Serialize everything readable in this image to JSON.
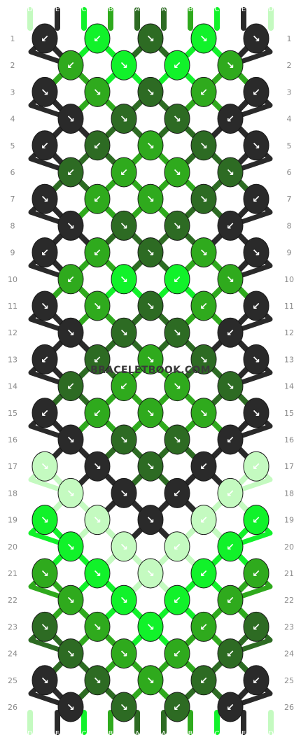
{
  "watermark": "BRACELETBOOK.COM",
  "colors": {
    "D": "#c4fac0",
    "E": "#2a2a2a",
    "C": "#11f22a",
    "B": "#2faa1d",
    "A": "#2d6b23"
  },
  "strings_top": [
    "D",
    "E",
    "C",
    "B",
    "A",
    "A",
    "B",
    "C",
    "E",
    "D"
  ],
  "strings_bottom": [
    "D",
    "E",
    "C",
    "B",
    "A",
    "A",
    "B",
    "C",
    "E",
    "D"
  ],
  "row_numbers": [
    "1",
    "2",
    "3",
    "4",
    "5",
    "6",
    "7",
    "8",
    "9",
    "10",
    "11",
    "12",
    "13",
    "14",
    "15",
    "16",
    "17",
    "18",
    "19",
    "20",
    "21",
    "22",
    "23",
    "24",
    "25",
    "26"
  ],
  "knots": [
    {
      "row": 1,
      "knots": [
        {
          "c": "E",
          "d": "↙"
        },
        {
          "c": "C",
          "d": "↙"
        },
        {
          "c": "A",
          "d": "↘"
        },
        {
          "c": "C",
          "d": "↘"
        },
        {
          "c": "E",
          "d": "↘"
        }
      ]
    },
    {
      "row": 2,
      "knots": [
        {
          "c": "B",
          "d": "↙"
        },
        {
          "c": "C",
          "d": "↘"
        },
        {
          "c": "C",
          "d": "↙"
        },
        {
          "c": "B",
          "d": "↘"
        }
      ]
    },
    {
      "row": 3,
      "knots": [
        {
          "c": "E",
          "d": "↘"
        },
        {
          "c": "B",
          "d": "↘"
        },
        {
          "c": "A",
          "d": "↘"
        },
        {
          "c": "B",
          "d": "↙"
        },
        {
          "c": "E",
          "d": "↙"
        }
      ]
    },
    {
      "row": 4,
      "knots": [
        {
          "c": "E",
          "d": "↘"
        },
        {
          "c": "A",
          "d": "↘"
        },
        {
          "c": "A",
          "d": "↘"
        },
        {
          "c": "E",
          "d": "↙"
        }
      ]
    },
    {
      "row": 5,
      "knots": [
        {
          "c": "E",
          "d": "↙"
        },
        {
          "c": "A",
          "d": "↙"
        },
        {
          "c": "B",
          "d": "↘"
        },
        {
          "c": "A",
          "d": "↘"
        },
        {
          "c": "E",
          "d": "↘"
        }
      ]
    },
    {
      "row": 6,
      "knots": [
        {
          "c": "A",
          "d": "↙"
        },
        {
          "c": "B",
          "d": "↙"
        },
        {
          "c": "B",
          "d": "↘"
        },
        {
          "c": "A",
          "d": "↘"
        }
      ]
    },
    {
      "row": 7,
      "knots": [
        {
          "c": "E",
          "d": "↘"
        },
        {
          "c": "B",
          "d": "↙"
        },
        {
          "c": "B",
          "d": "↘"
        },
        {
          "c": "A",
          "d": "↘"
        },
        {
          "c": "E",
          "d": "↙"
        }
      ]
    },
    {
      "row": 8,
      "knots": [
        {
          "c": "E",
          "d": "↘"
        },
        {
          "c": "A",
          "d": "↘"
        },
        {
          "c": "A",
          "d": "↘"
        },
        {
          "c": "E",
          "d": "↙"
        }
      ]
    },
    {
      "row": 9,
      "knots": [
        {
          "c": "E",
          "d": "↙"
        },
        {
          "c": "B",
          "d": "↙"
        },
        {
          "c": "A",
          "d": "↘"
        },
        {
          "c": "B",
          "d": "↘"
        },
        {
          "c": "E",
          "d": "↘"
        }
      ]
    },
    {
      "row": 10,
      "knots": [
        {
          "c": "B",
          "d": "↙"
        },
        {
          "c": "C",
          "d": "↘"
        },
        {
          "c": "C",
          "d": "↙"
        },
        {
          "c": "B",
          "d": "↘"
        }
      ]
    },
    {
      "row": 11,
      "knots": [
        {
          "c": "E",
          "d": "↘"
        },
        {
          "c": "B",
          "d": "↘"
        },
        {
          "c": "A",
          "d": "↘"
        },
        {
          "c": "B",
          "d": "↙"
        },
        {
          "c": "E",
          "d": "↙"
        }
      ]
    },
    {
      "row": 12,
      "knots": [
        {
          "c": "E",
          "d": "↘"
        },
        {
          "c": "A",
          "d": "↘"
        },
        {
          "c": "A",
          "d": "↘"
        },
        {
          "c": "E",
          "d": "↙"
        }
      ]
    },
    {
      "row": 13,
      "knots": [
        {
          "c": "E",
          "d": "↙"
        },
        {
          "c": "A",
          "d": "↙"
        },
        {
          "c": "B",
          "d": "↘"
        },
        {
          "c": "A",
          "d": "↘"
        },
        {
          "c": "E",
          "d": "↘"
        }
      ]
    },
    {
      "row": 14,
      "knots": [
        {
          "c": "A",
          "d": "↙"
        },
        {
          "c": "B",
          "d": "↙"
        },
        {
          "c": "B",
          "d": "↘"
        },
        {
          "c": "A",
          "d": "↘"
        }
      ]
    },
    {
      "row": 15,
      "knots": [
        {
          "c": "E",
          "d": "↙"
        },
        {
          "c": "B",
          "d": "↙"
        },
        {
          "c": "B",
          "d": "↘"
        },
        {
          "c": "B",
          "d": "↘"
        },
        {
          "c": "E",
          "d": "↘"
        }
      ]
    },
    {
      "row": 16,
      "knots": [
        {
          "c": "E",
          "d": "↘"
        },
        {
          "c": "A",
          "d": "↘"
        },
        {
          "c": "A",
          "d": "↘"
        },
        {
          "c": "E",
          "d": "↙"
        }
      ]
    },
    {
      "row": 17,
      "knots": [
        {
          "c": "D",
          "d": "↘"
        },
        {
          "c": "E",
          "d": "↘"
        },
        {
          "c": "A",
          "d": "↘"
        },
        {
          "c": "E",
          "d": "↙"
        },
        {
          "c": "D",
          "d": "↙"
        }
      ]
    },
    {
      "row": 18,
      "knots": [
        {
          "c": "D",
          "d": "↘"
        },
        {
          "c": "E",
          "d": "↘"
        },
        {
          "c": "E",
          "d": "↙"
        },
        {
          "c": "D",
          "d": "↙"
        }
      ]
    },
    {
      "row": 19,
      "knots": [
        {
          "c": "C",
          "d": "↘"
        },
        {
          "c": "D",
          "d": "↘"
        },
        {
          "c": "E",
          "d": "↘"
        },
        {
          "c": "D",
          "d": "↙"
        },
        {
          "c": "C",
          "d": "↙"
        }
      ]
    },
    {
      "row": 20,
      "knots": [
        {
          "c": "C",
          "d": "↘"
        },
        {
          "c": "D",
          "d": "↘"
        },
        {
          "c": "D",
          "d": "↙"
        },
        {
          "c": "C",
          "d": "↙"
        }
      ]
    },
    {
      "row": 21,
      "knots": [
        {
          "c": "B",
          "d": "↘"
        },
        {
          "c": "C",
          "d": "↘"
        },
        {
          "c": "D",
          "d": "↘"
        },
        {
          "c": "C",
          "d": "↙"
        },
        {
          "c": "B",
          "d": "↙"
        }
      ]
    },
    {
      "row": 22,
      "knots": [
        {
          "c": "B",
          "d": "↘"
        },
        {
          "c": "C",
          "d": "↘"
        },
        {
          "c": "C",
          "d": "↙"
        },
        {
          "c": "B",
          "d": "↙"
        }
      ]
    },
    {
      "row": 23,
      "knots": [
        {
          "c": "A",
          "d": "↘"
        },
        {
          "c": "B",
          "d": "↘"
        },
        {
          "c": "C",
          "d": "↘"
        },
        {
          "c": "B",
          "d": "↙"
        },
        {
          "c": "A",
          "d": "↙"
        }
      ]
    },
    {
      "row": 24,
      "knots": [
        {
          "c": "A",
          "d": "↘"
        },
        {
          "c": "B",
          "d": "↘"
        },
        {
          "c": "B",
          "d": "↙"
        },
        {
          "c": "A",
          "d": "↙"
        }
      ]
    },
    {
      "row": 25,
      "knots": [
        {
          "c": "E",
          "d": "↘"
        },
        {
          "c": "A",
          "d": "↘"
        },
        {
          "c": "B",
          "d": "↘"
        },
        {
          "c": "A",
          "d": "↙"
        },
        {
          "c": "E",
          "d": "↙"
        }
      ]
    },
    {
      "row": 26,
      "knots": [
        {
          "c": "E",
          "d": "↘"
        },
        {
          "c": "A",
          "d": "↘"
        },
        {
          "c": "A",
          "d": "↙"
        },
        {
          "c": "E",
          "d": "↙"
        }
      ]
    }
  ]
}
